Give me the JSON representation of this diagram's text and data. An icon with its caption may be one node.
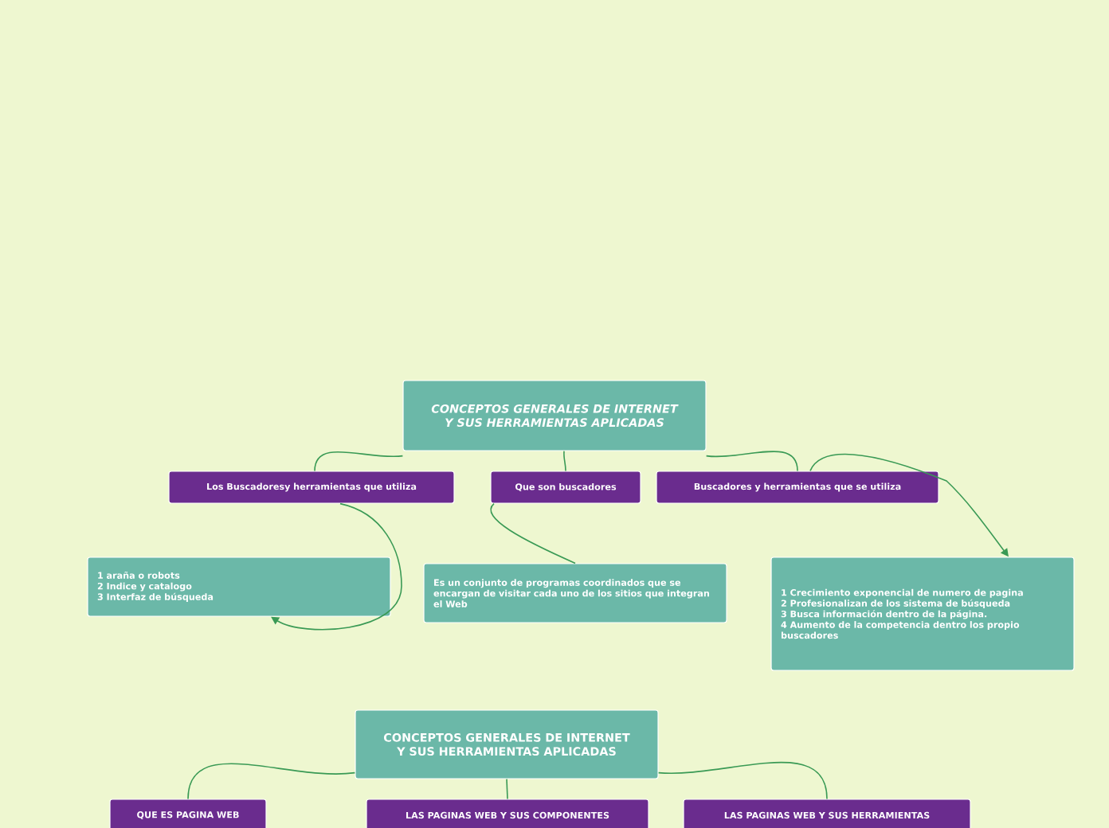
{
  "diagram": {
    "nodes": [
      {
        "text": [
          "CONCEPTOS GENERALES DE INTERNET Y SUS HERRAMIENTAS APLICADAS"
        ]
      },
      {
        "text": [
          "Los Buscadoresy herramientas que utiliza"
        ]
      },
      {
        "text": [
          "Que son buscadores"
        ]
      },
      {
        "text": [
          "Buscadores y herramientas que se utiliza"
        ]
      },
      {
        "text": [
          "1 araña o robots",
          "2 Indice y catalogo",
          "3 Interfaz de búsqueda"
        ]
      },
      {
        "text": [
          "Es un conjunto de programas coordinados que se encargan de visitar cada uno de los sitios que integran el Web"
        ]
      },
      {
        "text": [
          "1  Crecimiento exponencial de numero de pagina",
          "2 Profesionalizan de los sistema de búsqueda",
          "3 Busca información dentro de la página.",
          "4 Aumento de la competencia dentro los propio buscadores"
        ]
      },
      {
        "text": [
          "CONCEPTOS GENERALES DE INTERNET Y SUS HERRAMIENTAS APLICADAS"
        ]
      },
      {
        "text": [
          "QUE ES PAGINA WEB"
        ]
      },
      {
        "text": [
          "LAS PAGINAS WEB Y SUS COMPONENTES"
        ]
      },
      {
        "text": [
          "LAS PAGINAS WEB Y SUS HERRAMIENTAS"
        ]
      }
    ],
    "edges": [
      {
        "from": 0,
        "to": 1,
        "arrow": "none"
      },
      {
        "from": 0,
        "to": 2,
        "arrow": "none"
      },
      {
        "from": 0,
        "to": 3,
        "arrow": "none"
      },
      {
        "from": 1,
        "to": 4,
        "arrow": "to"
      },
      {
        "from": 2,
        "to": 5,
        "arrow": "none"
      },
      {
        "from": 3,
        "to": 6,
        "arrow": "to"
      },
      {
        "from": 7,
        "to": 8,
        "arrow": "none"
      },
      {
        "from": 7,
        "to": 9,
        "arrow": "none"
      },
      {
        "from": 7,
        "to": 10,
        "arrow": "none"
      }
    ]
  }
}
